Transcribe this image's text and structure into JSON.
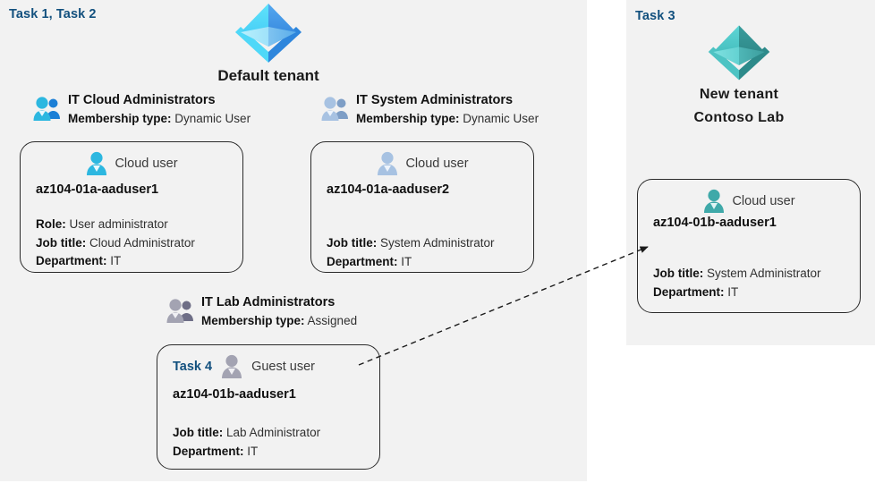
{
  "panels": {
    "default_tenant": {
      "task_label": "Task 1, Task 2",
      "tenant_name": "Default tenant",
      "tenant_icon": "azure-ad-tenant-icon"
    },
    "new_tenant": {
      "task_label": "Task 3",
      "tenant_name_line1": "New  tenant",
      "tenant_name_line2": "Contoso Lab",
      "tenant_icon": "azure-ad-tenant-icon"
    }
  },
  "groups": [
    {
      "id": "it-cloud-administrators",
      "icon": "group-users-icon",
      "title": "IT Cloud Administrators",
      "meta_label": "Membership type:",
      "meta_value": "Dynamic User"
    },
    {
      "id": "it-system-administrators",
      "icon": "group-users-icon",
      "title": "IT System Administrators",
      "meta_label": "Membership type:",
      "meta_value": "Dynamic User"
    },
    {
      "id": "it-lab-administrators",
      "icon": "group-users-icon",
      "title": "IT Lab Administrators",
      "meta_label": "Membership type:",
      "meta_value": "Assigned"
    }
  ],
  "cards": {
    "user1": {
      "user_type": "Cloud user",
      "icon": "cloud-user-icon",
      "name": "az104-01a-aaduser1",
      "props": [
        {
          "label": "Role:",
          "value": "User administrator"
        },
        {
          "label": "Job title:",
          "value": "Cloud Administrator"
        },
        {
          "label": "Department:",
          "value": "IT"
        }
      ]
    },
    "user2": {
      "user_type": "Cloud user",
      "icon": "cloud-user-icon",
      "name": "az104-01a-aaduser2",
      "props": [
        {
          "label": "Job title:",
          "value": "System Administrator"
        },
        {
          "label": "Department:",
          "value": "IT"
        }
      ]
    },
    "user4": {
      "task_label": "Task 4",
      "user_type": "Guest user",
      "icon": "guest-user-icon",
      "name": "az104-01b-aaduser1",
      "props": [
        {
          "label": "Job title:",
          "value": "Lab Administrator"
        },
        {
          "label": "Department:",
          "value": "IT"
        }
      ]
    },
    "user3": {
      "user_type": "Cloud user",
      "icon": "cloud-user-icon",
      "name": "az104-01b-aaduser1",
      "props": [
        {
          "label": "Job title:",
          "value": "System Administrator"
        },
        {
          "label": "Department:",
          "value": "IT"
        }
      ]
    }
  },
  "connector": {
    "name": "guest-invite-arrow",
    "style": "dashed-arrow",
    "from": "az104-01b-aaduser1 guest user card",
    "to": "az104-01b-aaduser1 cloud user card"
  },
  "colors": {
    "panel_background": "#f2f2f2",
    "task_text": "#12507E",
    "card_border": "#2b2b2b",
    "tenant_blue": "#3FC7F4",
    "tenant_blue_dark": "#4A90E2",
    "tenant_teal": "#44BFBF",
    "user_cyan": "#2CB7E0",
    "user_steel": "#9DB8DA",
    "user_gray": "#9A9AAA",
    "user_teal": "#3FA9A9"
  }
}
